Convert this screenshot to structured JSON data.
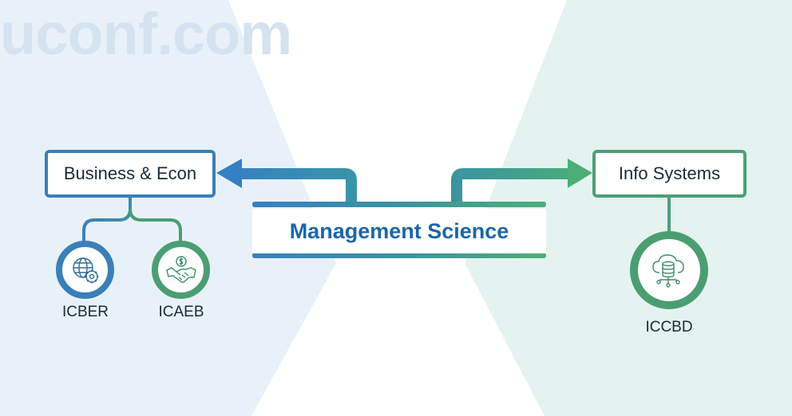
{
  "watermark": "uconf.com",
  "center": {
    "title": "Management Science"
  },
  "branches": [
    {
      "label": "Business & Econ",
      "color": "#3a7fb9",
      "children": [
        {
          "label": "ICBER",
          "icon": "globe-gear-icon",
          "color": "#3a7fb9"
        },
        {
          "label": "ICAEB",
          "icon": "handshake-dollar-icon",
          "color": "#4a9e72"
        }
      ]
    },
    {
      "label": "Info Systems",
      "color": "#4f9e78",
      "children": [
        {
          "label": "ICCBD",
          "icon": "cloud-database-icon",
          "color": "#4a9e72"
        }
      ]
    }
  ],
  "colors": {
    "blue": "#3a7fb9",
    "green": "#4a9e72",
    "bg_blue": "#e8f1f9",
    "bg_green": "#e4f3ef",
    "title_text": "#1c66a6"
  }
}
